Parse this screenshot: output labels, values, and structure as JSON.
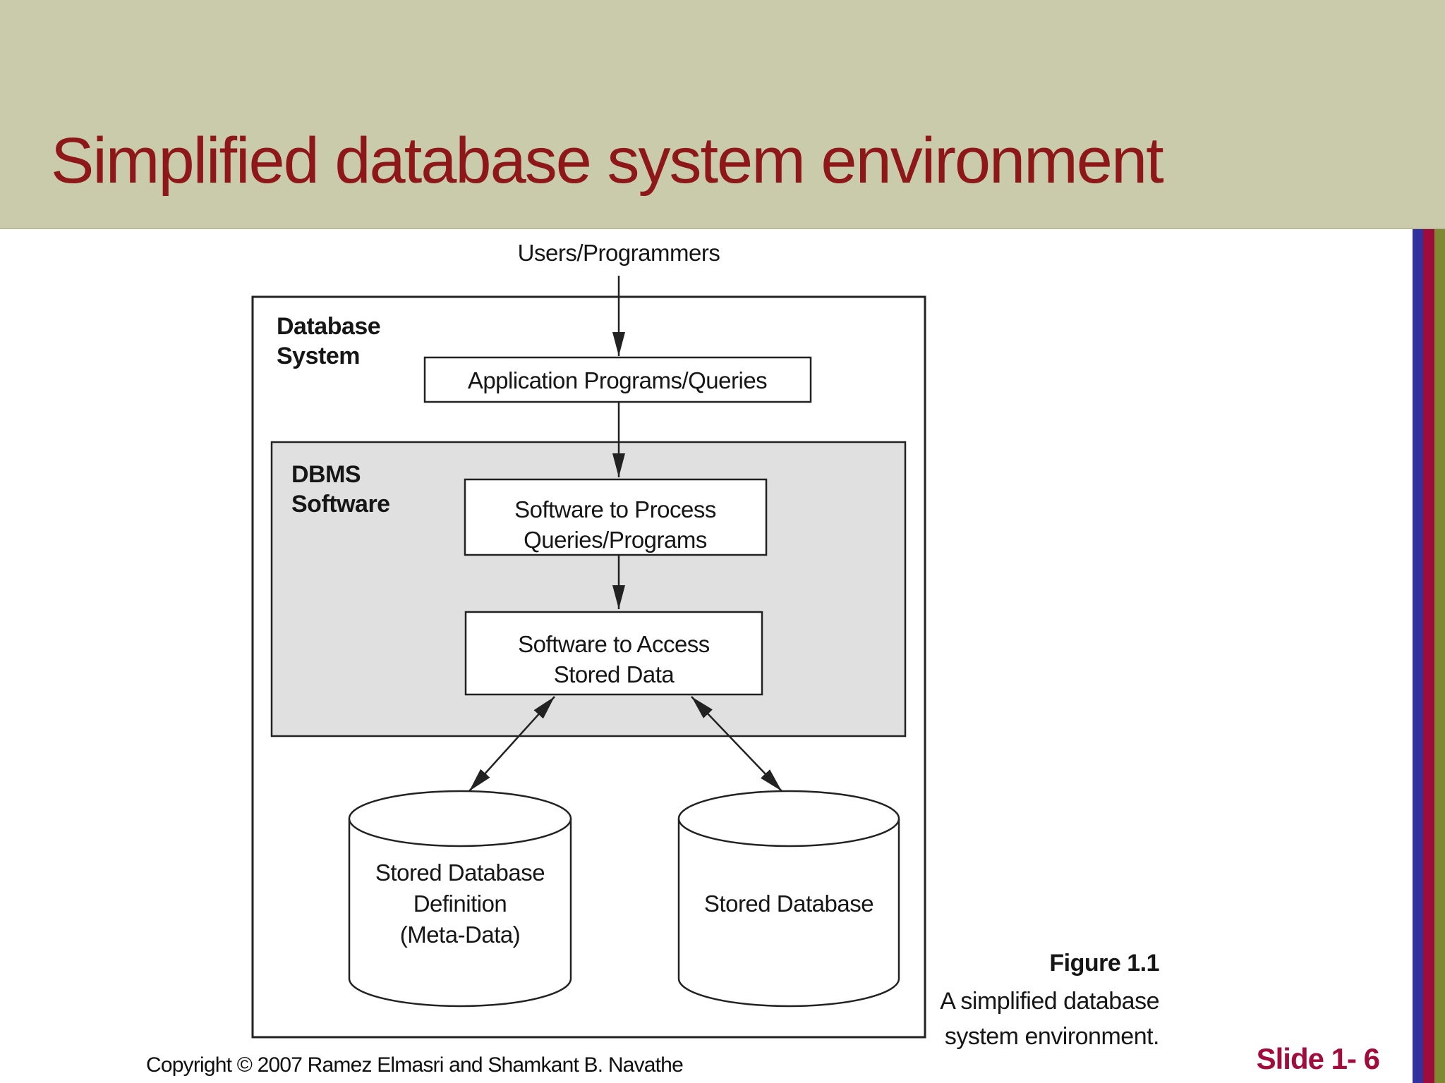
{
  "colors": {
    "band": "#c9cbab",
    "titleRed": "#8d1719",
    "stripeBlue": "#32329e",
    "stripeCrimson": "#9e0c3c",
    "stripeOlive": "#7d8a31",
    "grayFill": "#e0e0e0",
    "accent": "#a00d3c",
    "ink": "#222222"
  },
  "header": {
    "title": "Simplified database system environment"
  },
  "diagram": {
    "users_label": "Users/Programmers",
    "system_label": {
      "line1": "Database",
      "line2": "System"
    },
    "app_box_label": "Application Programs/Queries",
    "dbms_label": {
      "line1": "DBMS",
      "line2": "Software"
    },
    "process_box_label": {
      "line1": "Software to Process",
      "line2": "Queries/Programs"
    },
    "access_box_label": {
      "line1": "Software to Access",
      "line2": "Stored Data"
    },
    "meta_cylinder_label": {
      "line1": "Stored Database",
      "line2": "Definition",
      "line3": "(Meta-Data)"
    },
    "data_cylinder_label": "Stored Database",
    "caption": {
      "title": "Figure 1.1",
      "line1": "A simplified database",
      "line2": "system environment."
    }
  },
  "footer": {
    "copyright": "Copyright © 2007 Ramez Elmasri and Shamkant B. Navathe",
    "slide_number": "Slide 1- 6"
  }
}
